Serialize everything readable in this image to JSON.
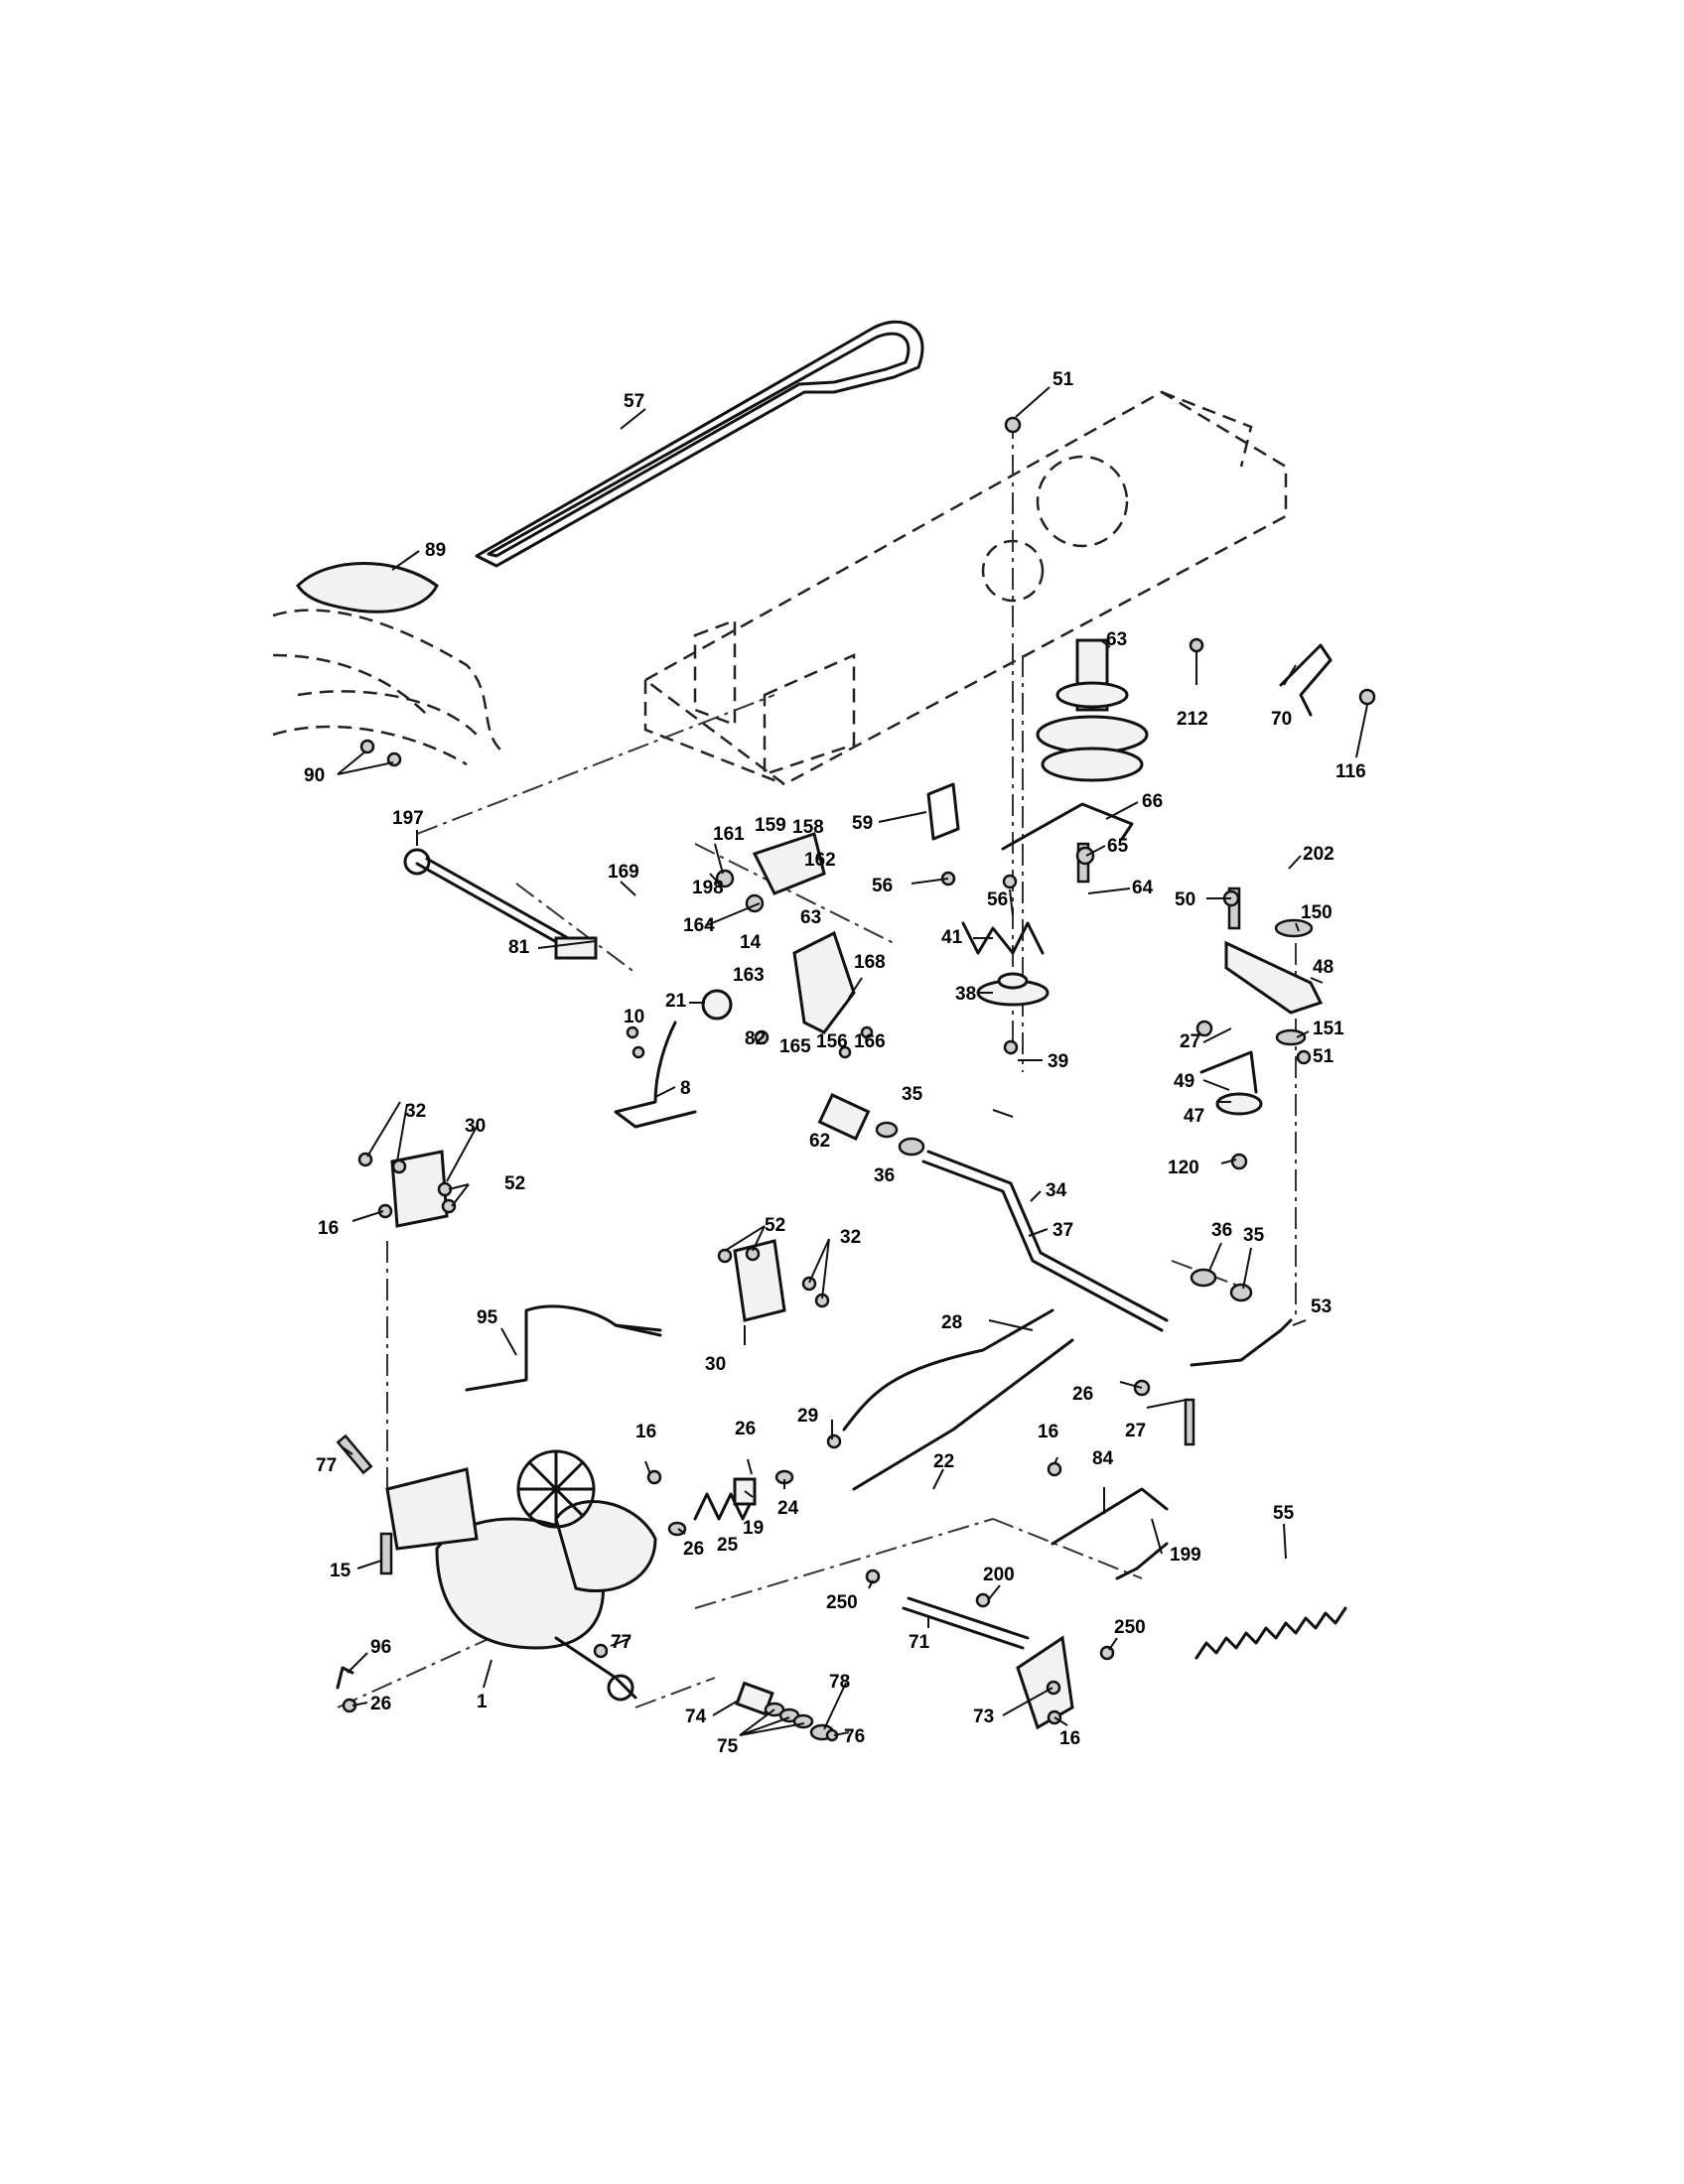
{
  "diagram": {
    "callouts": [
      {
        "id": "c-57",
        "text": "57"
      },
      {
        "id": "c-51a",
        "text": "51"
      },
      {
        "id": "c-89",
        "text": "89"
      },
      {
        "id": "c-63a",
        "text": "63"
      },
      {
        "id": "c-212",
        "text": "212"
      },
      {
        "id": "c-70",
        "text": "70"
      },
      {
        "id": "c-116",
        "text": "116"
      },
      {
        "id": "c-90",
        "text": "90"
      },
      {
        "id": "c-197",
        "text": "197"
      },
      {
        "id": "c-59",
        "text": "59"
      },
      {
        "id": "c-66",
        "text": "66"
      },
      {
        "id": "c-161",
        "text": "161"
      },
      {
        "id": "c-159",
        "text": "159"
      },
      {
        "id": "c-158",
        "text": "158"
      },
      {
        "id": "c-65",
        "text": "65"
      },
      {
        "id": "c-169",
        "text": "169"
      },
      {
        "id": "c-162",
        "text": "162"
      },
      {
        "id": "c-198",
        "text": "198"
      },
      {
        "id": "c-56a",
        "text": "56"
      },
      {
        "id": "c-56b",
        "text": "56"
      },
      {
        "id": "c-64",
        "text": "64"
      },
      {
        "id": "c-202",
        "text": "202"
      },
      {
        "id": "c-50",
        "text": "50"
      },
      {
        "id": "c-150",
        "text": "150"
      },
      {
        "id": "c-81",
        "text": "81"
      },
      {
        "id": "c-164",
        "text": "164"
      },
      {
        "id": "c-63b",
        "text": "63"
      },
      {
        "id": "c-14",
        "text": "14"
      },
      {
        "id": "c-41",
        "text": "41"
      },
      {
        "id": "c-163",
        "text": "163"
      },
      {
        "id": "c-48",
        "text": "48"
      },
      {
        "id": "c-21",
        "text": "21"
      },
      {
        "id": "c-168",
        "text": "168"
      },
      {
        "id": "c-38",
        "text": "38"
      },
      {
        "id": "c-10",
        "text": "10"
      },
      {
        "id": "c-82",
        "text": "82"
      },
      {
        "id": "c-165",
        "text": "165"
      },
      {
        "id": "c-156",
        "text": "156"
      },
      {
        "id": "c-166",
        "text": "166"
      },
      {
        "id": "c-27a",
        "text": "27"
      },
      {
        "id": "c-39",
        "text": "39"
      },
      {
        "id": "c-151",
        "text": "151"
      },
      {
        "id": "c-51b",
        "text": "51"
      },
      {
        "id": "c-8",
        "text": "8"
      },
      {
        "id": "c-49",
        "text": "49"
      },
      {
        "id": "c-35a",
        "text": "35"
      },
      {
        "id": "c-32a",
        "text": "32"
      },
      {
        "id": "c-30a",
        "text": "30"
      },
      {
        "id": "c-47",
        "text": "47"
      },
      {
        "id": "c-62",
        "text": "62"
      },
      {
        "id": "c-36a",
        "text": "36"
      },
      {
        "id": "c-120",
        "text": "120"
      },
      {
        "id": "c-52a",
        "text": "52"
      },
      {
        "id": "c-34",
        "text": "34"
      },
      {
        "id": "c-16a",
        "text": "16"
      },
      {
        "id": "c-52b",
        "text": "52"
      },
      {
        "id": "c-37",
        "text": "37"
      },
      {
        "id": "c-36b",
        "text": "36"
      },
      {
        "id": "c-35b",
        "text": "35"
      },
      {
        "id": "c-32b",
        "text": "32"
      },
      {
        "id": "c-95",
        "text": "95"
      },
      {
        "id": "c-28",
        "text": "28"
      },
      {
        "id": "c-53",
        "text": "53"
      },
      {
        "id": "c-30b",
        "text": "30"
      },
      {
        "id": "c-26a",
        "text": "26"
      },
      {
        "id": "c-27b",
        "text": "27"
      },
      {
        "id": "c-29",
        "text": "29"
      },
      {
        "id": "c-16b",
        "text": "16"
      },
      {
        "id": "c-26b",
        "text": "26"
      },
      {
        "id": "c-22",
        "text": "22"
      },
      {
        "id": "c-77a",
        "text": "77"
      },
      {
        "id": "c-16c",
        "text": "16"
      },
      {
        "id": "c-84",
        "text": "84"
      },
      {
        "id": "c-55",
        "text": "55"
      },
      {
        "id": "c-24",
        "text": "24"
      },
      {
        "id": "c-19",
        "text": "19"
      },
      {
        "id": "c-26c",
        "text": "26"
      },
      {
        "id": "c-25",
        "text": "25"
      },
      {
        "id": "c-199",
        "text": "199"
      },
      {
        "id": "c-15",
        "text": "15"
      },
      {
        "id": "c-200",
        "text": "200"
      },
      {
        "id": "c-250a",
        "text": "250"
      },
      {
        "id": "c-71",
        "text": "71"
      },
      {
        "id": "c-250b",
        "text": "250"
      },
      {
        "id": "c-96",
        "text": "96"
      },
      {
        "id": "c-77b",
        "text": "77"
      },
      {
        "id": "c-26d",
        "text": "26"
      },
      {
        "id": "c-1",
        "text": "1"
      },
      {
        "id": "c-78",
        "text": "78"
      },
      {
        "id": "c-74",
        "text": "74"
      },
      {
        "id": "c-73",
        "text": "73"
      },
      {
        "id": "c-75",
        "text": "75"
      },
      {
        "id": "c-76",
        "text": "76"
      },
      {
        "id": "c-16d",
        "text": "16"
      }
    ]
  }
}
